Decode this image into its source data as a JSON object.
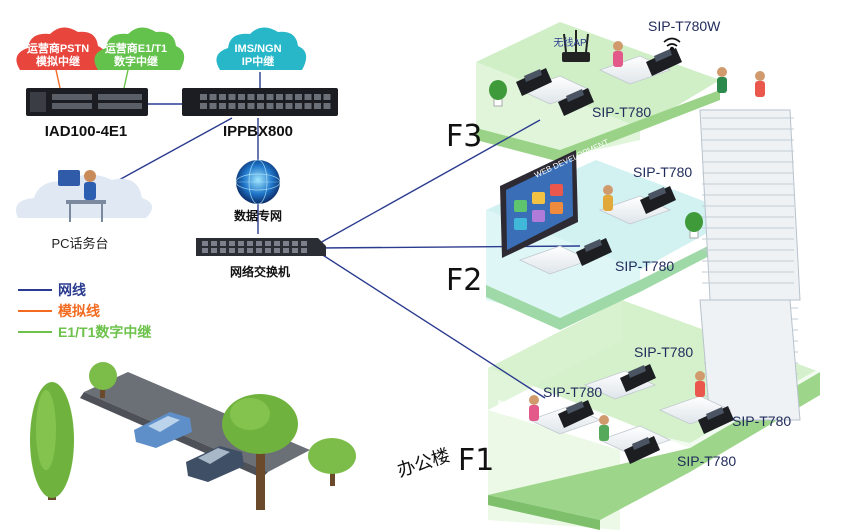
{
  "clouds": {
    "pstn": [
      "运营商PSTN",
      "模拟中继"
    ],
    "e1t1": [
      "运营商E1/T1",
      "数字中继"
    ],
    "ims": [
      "IMS/NGN",
      "IP中继"
    ]
  },
  "devices": {
    "iad": "IAD100-4E1",
    "ippbx": "IPPBX800",
    "network": "数据专网",
    "switch": "网络交换机",
    "pc": "PC话务台"
  },
  "legend": {
    "items": [
      {
        "label": "网线",
        "color": "#2b3b8f"
      },
      {
        "label": "模拟线",
        "color": "#f26b21"
      },
      {
        "label": "E1/T1数字中继",
        "color": "#6cc24a"
      }
    ]
  },
  "building": {
    "name": "办公楼",
    "floors": {
      "f3": "F3",
      "f2": "F2",
      "f1": "F1"
    },
    "wifi_ap": "无线AP",
    "phones": {
      "t780w": "SIP-T780W",
      "f3_phone": "SIP-T780",
      "f2_top": "SIP-T780",
      "f2_bottom": "SIP-T780",
      "f1_top": "SIP-T780",
      "f1_left": "SIP-T780",
      "f1_right": "SIP-T780",
      "f1_bottom": "SIP-T780"
    },
    "board_text": "WEB DEVELOPMENT"
  },
  "colors": {
    "network_line": "#2b3b8f",
    "analog_line": "#f26b21",
    "e1_line": "#6cc24a",
    "cloud_red": "#e8453c",
    "cloud_green": "#62c24b",
    "cloud_teal": "#27b7c9",
    "floor_green": "#c9ecc0",
    "floor_teal": "#c7eef0"
  }
}
